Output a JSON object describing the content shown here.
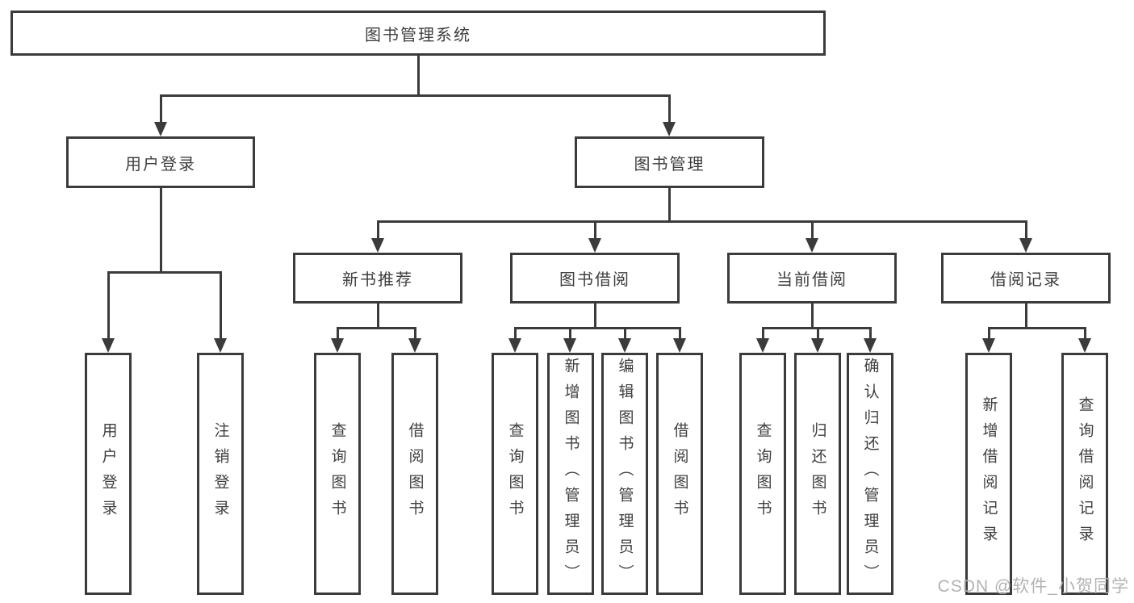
{
  "diagram": {
    "root": "图书管理系统",
    "children": [
      {
        "label": "用户登录",
        "children": [
          "用户登录",
          "注销登录"
        ]
      },
      {
        "label": "图书管理",
        "children": [
          {
            "label": "新书推荐",
            "children": [
              "查询图书",
              "借阅图书"
            ]
          },
          {
            "label": "图书借阅",
            "children": [
              "查询图书",
              "新增图书（管理员）",
              "编辑图书（管理员）",
              "借阅图书"
            ]
          },
          {
            "label": "当前借阅",
            "children": [
              "查询图书",
              "归还图书",
              "确认归还（管理员）"
            ]
          },
          {
            "label": "借阅记录",
            "children": [
              "新增借阅记录",
              "查询借阅记录"
            ]
          }
        ]
      }
    ]
  },
  "colors": {
    "line": "#3b3b3b",
    "node_text": "#3f3f3f",
    "watermark": "#b3b3b3"
  },
  "watermark": {
    "text": "CSDN @软件_小贺同学"
  }
}
